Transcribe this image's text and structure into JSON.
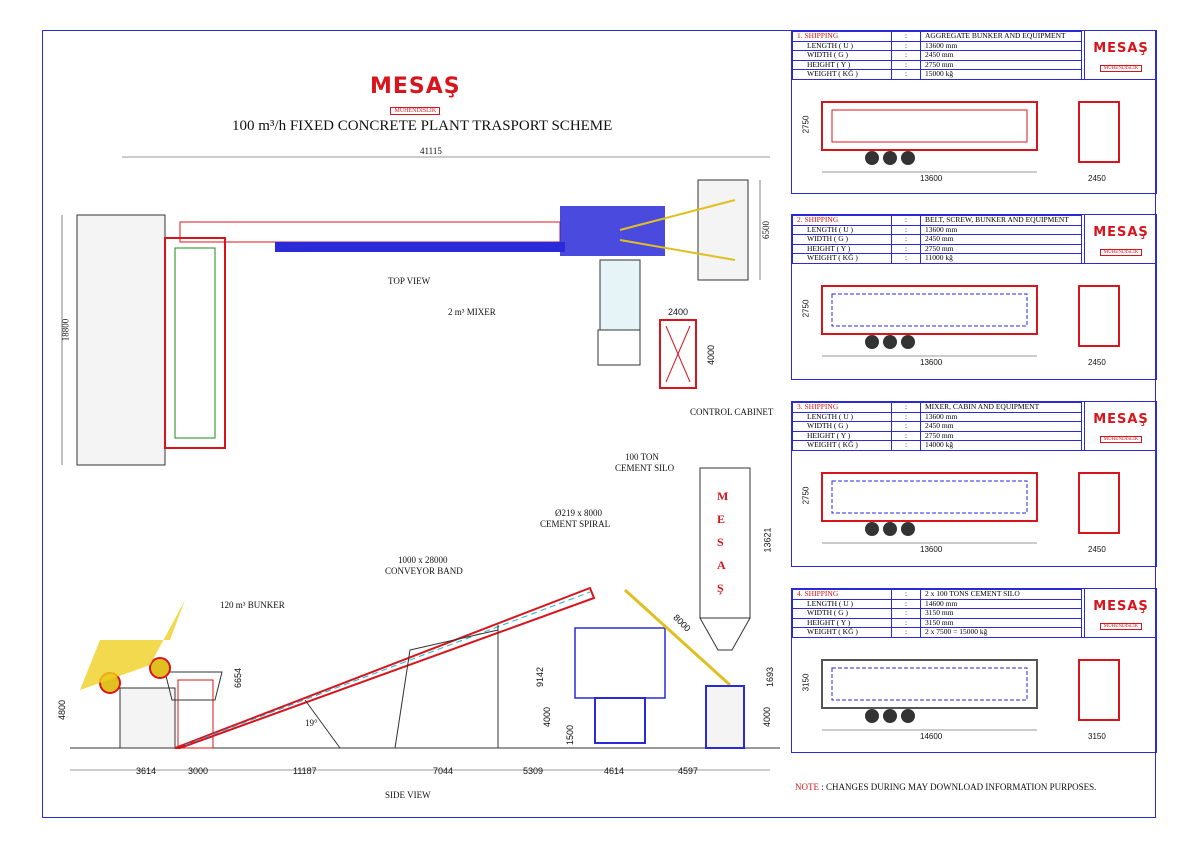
{
  "title": "100 m³/h FIXED CONCRETE PLANT TRASPORT SCHEME",
  "logo": {
    "brand": "MESAŞ",
    "sub": "MÜHENDİSLİK"
  },
  "top_view": {
    "label": "TOP VIEW",
    "mixer": "2 m³ MIXER",
    "control_cabinet": "CONTROL CABINET",
    "dims": {
      "overall_length": "41115",
      "width": "18800",
      "silo_area": "6500",
      "cabinet_w": "2400",
      "cabinet_l": "4000"
    }
  },
  "side_view": {
    "label": "SIDE VIEW",
    "bunker": "120 m³ BUNKER",
    "conveyor": [
      "1000 x 28000",
      "CONVEYOR BAND"
    ],
    "spiral": [
      "Ø219 x 8000",
      "CEMENT SPIRAL"
    ],
    "silo": [
      "100 TON",
      "CEMENT SILO"
    ],
    "silo_letters": [
      "M",
      "E",
      "S",
      "A",
      "Ş"
    ],
    "angle": "19°",
    "bottom_dims": [
      "3614",
      "3000",
      "11187",
      "7044",
      "5309",
      "4614",
      "4597"
    ],
    "vertical_dims": {
      "bunker_base": "4800",
      "bunker_h": "6654",
      "mixer_h": "9142",
      "mixer_base": "4000",
      "truck": "1500",
      "silo_h": "13621",
      "silo_leg": "1693",
      "silo_base": "4000",
      "spiral_len": "8000"
    }
  },
  "shipments": [
    {
      "header": "1. SHIPPING",
      "content": "AGGREGATE BUNKER AND EQUIPMENT",
      "length": "13600 mm",
      "width": "2450 mm",
      "height": "2750 mm",
      "weight": "15000 kğ",
      "dim_h": "2750",
      "dim_l": "13600",
      "dim_w": "2450"
    },
    {
      "header": "2. SHIPPING",
      "content": "BELT, SCREW, BUNKER AND EQUIPMENT",
      "length": "13600 mm",
      "width": "2450 mm",
      "height": "2750 mm",
      "weight": "11000 kğ",
      "dim_h": "2750",
      "dim_l": "13600",
      "dim_w": "2450"
    },
    {
      "header": "3. SHIPPING",
      "content": "MIXER, CABIN AND EQUIPMENT",
      "length": "13600 mm",
      "width": "2450 mm",
      "height": "2750 mm",
      "weight": "14000 kğ",
      "dim_h": "2750",
      "dim_l": "13600",
      "dim_w": "2450"
    },
    {
      "header": "4. SHIPPING",
      "content": "2 x 100 TONS CEMENT SILO",
      "length": "14600 mm",
      "width": "3150 mm",
      "height": "3150 mm",
      "weight": "2 x 7500 = 15000 kğ",
      "dim_h": "3150",
      "dim_l": "14600",
      "dim_w": "3150"
    }
  ],
  "labels": {
    "length": "LENGTH ( U )",
    "width": "WIDTH ( G )",
    "height": "HEIGHT ( Y )",
    "weight": "WEIGHT ( KĞ )",
    "colon": ":"
  },
  "note": {
    "prefix": "NOTE",
    "text": " : CHANGES DURING MAY DOWNLOAD INFORMATION PURPOSES."
  }
}
